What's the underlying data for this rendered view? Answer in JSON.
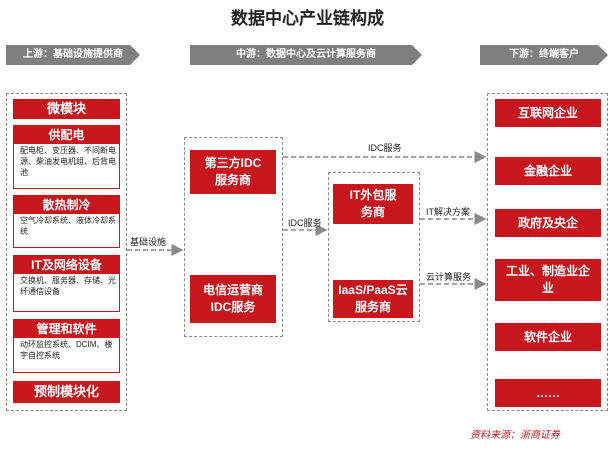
{
  "title": "数据中心产业链构成",
  "stages": {
    "upstream": "上游：基础设施提供商",
    "midstream": "中游：数据中心及云计算服务商",
    "downstream": "下游：终端客户"
  },
  "upstream": {
    "micro_module": "微模块",
    "power": {
      "title": "供配电",
      "desc": "配电柜、变压器、不间断电源、柴油发电机组、后背电池"
    },
    "cooling": {
      "title": "散热制冷",
      "desc": "空气冷却系统、液体冷却系统"
    },
    "it_network": {
      "title": "IT及网络设备",
      "desc": "交换机、服务器、存储、光纤通信设备"
    },
    "management": {
      "title": "管理和软件",
      "desc": "动环监控系统、DCIM、楼宇自控系统"
    },
    "prefab": "预制模块化"
  },
  "midstream": {
    "third_party_idc": "第三方IDC服务商",
    "telecom_idc": "电信运营商IDC服务",
    "it_outsourcing": "IT外包服务商",
    "iaas_paas": "IaaS/PaaS云服务商"
  },
  "downstream": [
    "互联网企业",
    "金融企业",
    "政府及央企",
    "工业、制造业企业",
    "软件企业",
    "……"
  ],
  "arrows": {
    "infrastructure": "基础设施",
    "idc_service_top": "IDC服务",
    "idc_service_mid": "IDC服务",
    "it_solution": "IT解决方案",
    "cloud_service": "云计算服务"
  },
  "source": "资料来源：浙商证券",
  "colors": {
    "brand_red": "#c8161d",
    "banner_gray": "#7f7f7f",
    "dash_gray": "#8a8a8a"
  }
}
